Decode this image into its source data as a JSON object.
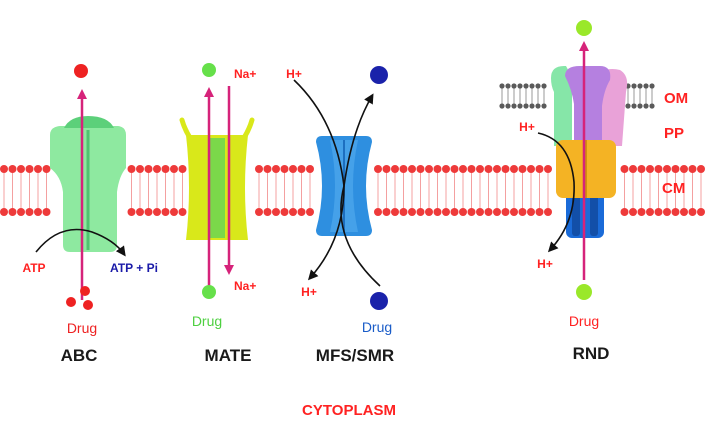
{
  "colors": {
    "membrane_red": "#ee3a3a",
    "arrow_magenta": "#d6237a",
    "label_red": "#ff2222",
    "label_blue": "#1a1aa8",
    "abc_green": "#8ee9a0",
    "mate_yellow": "#d9e81a",
    "mate_green": "#7bd84a",
    "mfs_blue": "#2e8fe0",
    "rnd_orange": "#f4b324",
    "rnd_blue": "#1a6bd8",
    "rnd_pink": "#e9a2d8",
    "rnd_purple": "#b580e0",
    "rnd_green": "#86e6a8",
    "drug_red": "#ee2222",
    "drug_green": "#66e04a",
    "drug_blue": "#1a22aa",
    "drug_lime": "#9ae82a",
    "drug_label_blue": "#1a5cc8",
    "text_dark": "#1a1a1a"
  },
  "labels": {
    "atp": "ATP",
    "atp_pi": "ATP + Pi",
    "na_top": "Na+",
    "na_bottom": "Na+",
    "h_mfs_top": "H+",
    "h_mfs_bottom": "H+",
    "h_rnd_top": "H+",
    "h_rnd_bottom": "H+",
    "om": "OM",
    "pp": "PP",
    "cm": "CM",
    "cytoplasm": "CYTOPLASM"
  },
  "transporters": [
    {
      "name": "ABC",
      "drug_label": "Drug"
    },
    {
      "name": "MATE",
      "drug_label": "Drug"
    },
    {
      "name": "MFS/SMR",
      "drug_label": "Drug"
    },
    {
      "name": "RND",
      "drug_label": "Drug"
    }
  ]
}
